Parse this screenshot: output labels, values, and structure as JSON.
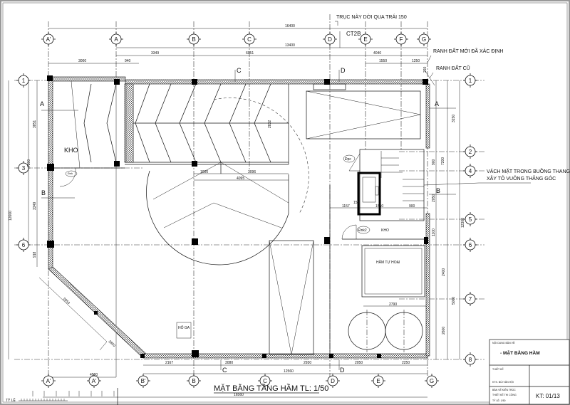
{
  "drawing": {
    "title": "MẶT BẰNG TẦNG HẦM  TL: 1/50",
    "scale_label": "TỶ LỆ",
    "grid_top": [
      "A'",
      "A",
      "B",
      "C",
      "D",
      "E",
      "F",
      "G"
    ],
    "grid_bottom": [
      "A'",
      "A'",
      "B'",
      "B",
      "C",
      "D",
      "E",
      "G"
    ],
    "grid_left": [
      "1",
      "3",
      "6"
    ],
    "grid_right": [
      "1",
      "2",
      "4",
      "5",
      "6",
      "7",
      "8"
    ],
    "annotations": {
      "axis_shift": "TRỤC NÀY DỜI QUA TRÁI 150",
      "new_boundary": "RANH ĐẤT MỚI ĐÃ XÁC ĐỊNH",
      "old_boundary": "RANH ĐẤT CŨ",
      "stair_wall_1": "VÁCH MẶT TRONG BUỒNG THANG",
      "stair_wall_2": "XÂY TÔ VUÔNG THẲNG GÓC",
      "ct": "CT2B"
    },
    "rooms": {
      "storage_left": "KHO",
      "storage_right": "KHO",
      "septic": "HẦM TỰ HOẠI",
      "manhole": "HỐ GA"
    },
    "doors": [
      "Đnk",
      "Đpc",
      "Đnk2"
    ],
    "sections": [
      "A",
      "B",
      "C",
      "D",
      "A",
      "B",
      "C",
      "D"
    ],
    "dims": [
      "16400",
      "13400",
      "3349",
      "6051",
      "4040",
      "3000",
      "940",
      "1550",
      "1250",
      "260",
      "2167",
      "3080",
      "2930",
      "2050",
      "2250",
      "12560",
      "4500",
      "16560",
      "3851",
      "3349",
      "12600",
      "7200",
      "918",
      "1000",
      "3096",
      "4095",
      "3150",
      "7200",
      "900",
      "2050",
      "1100",
      "12300",
      "2400",
      "5000",
      "2600",
      "2790",
      "1157",
      "1550",
      "900",
      "150",
      "2850",
      "2850",
      "2832"
    ]
  },
  "title_block": {
    "content_label": "NỘI DUNG BẢN VẼ:",
    "drawing_name": "- MẶT BẰNG HẦM",
    "design_label": "THIẾT KẾ",
    "designer": "KTS. BÙI VĂN HỘI",
    "type_1": "BẢN VẼ KIẾN TRÚC",
    "type_2": "THIẾT KẾ THI CÔNG",
    "scale": "TỶ LỆ: 1/50",
    "sheet": "KT: 01/13"
  }
}
